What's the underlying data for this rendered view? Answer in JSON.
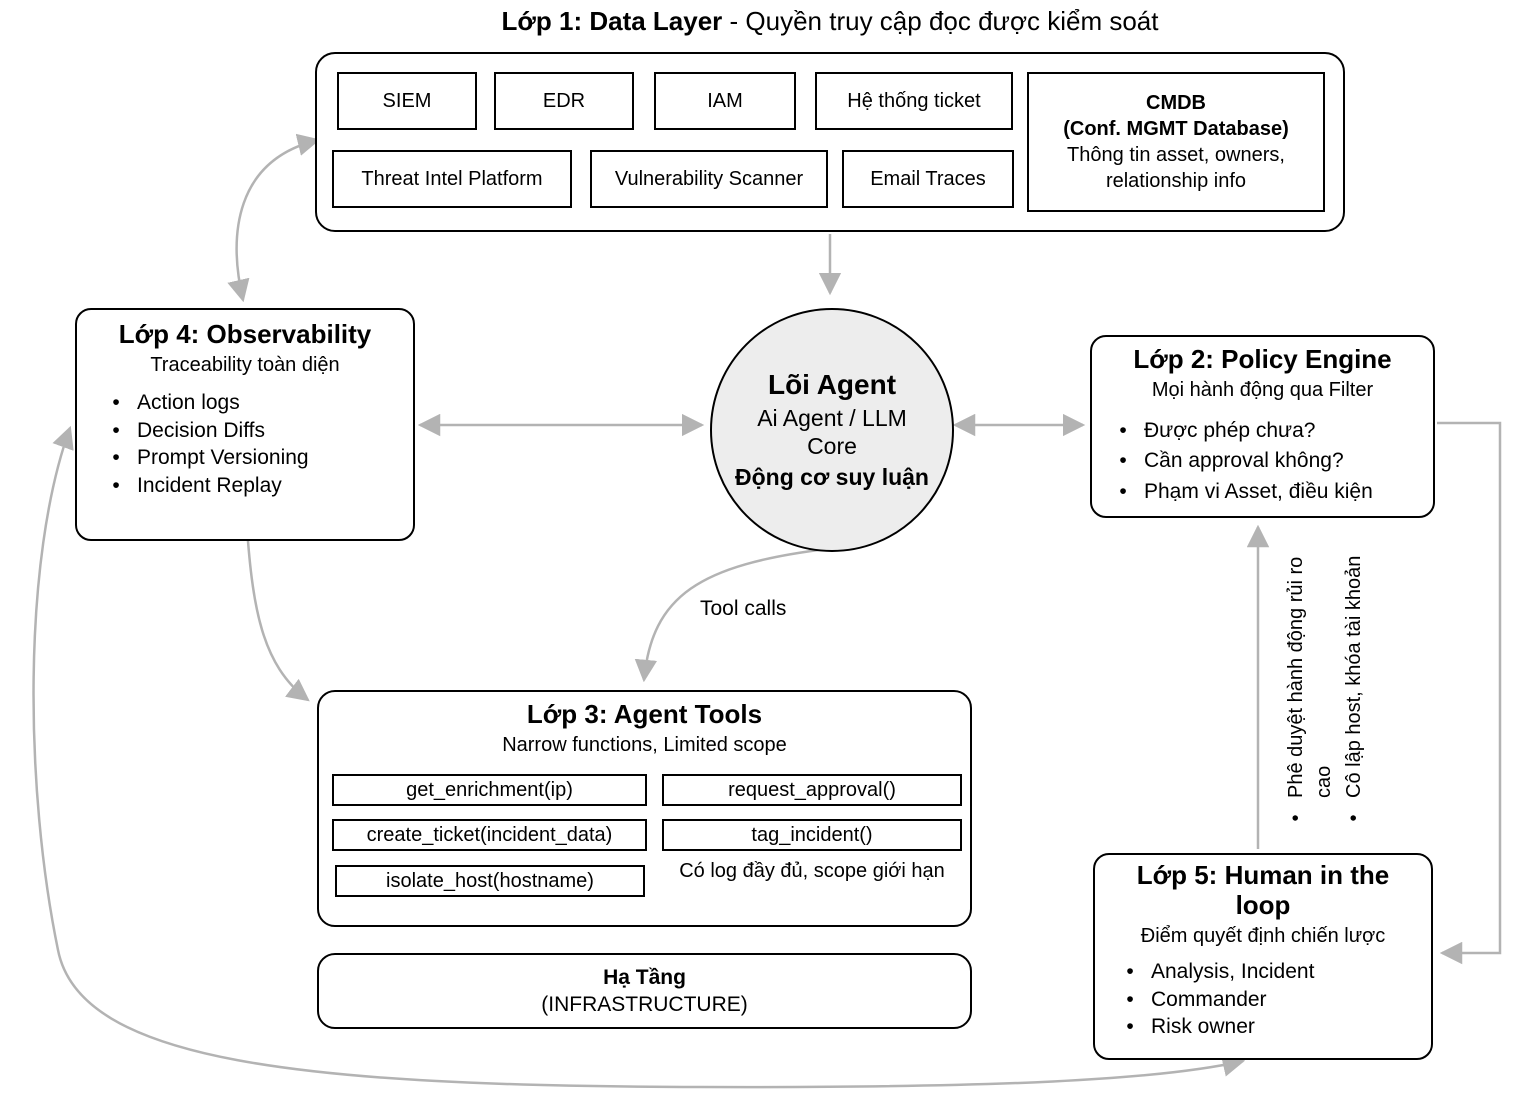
{
  "title": {
    "bold": "Lớp 1: Data Layer",
    "rest": " - Quyền truy cập đọc được kiểm soát"
  },
  "layer1": {
    "systems_row1": [
      "SIEM",
      "EDR",
      "IAM",
      "Hệ thống ticket"
    ],
    "systems_row2": [
      "Threat Intel Platform",
      "Vulnerability Scanner",
      "Email Traces"
    ],
    "cmdb": {
      "title": "CMDB",
      "subtitle": "(Conf. MGMT Database)",
      "description": "Thông tin asset, owners, relationship info"
    }
  },
  "layer4": {
    "title": "Lớp 4: Observability",
    "subtitle": "Traceability toàn diện",
    "items": [
      "Action logs",
      "Decision Diffs",
      "Prompt Versioning",
      "Incident Replay"
    ]
  },
  "core": {
    "title": "Lõi Agent",
    "line2": "Ai Agent / LLM Core",
    "line3": "Động cơ suy luận"
  },
  "layer2": {
    "title": "Lớp 2: Policy Engine",
    "subtitle": "Mọi hành động qua Filter",
    "items": [
      "Được phép chưa?",
      "Cần approval không?",
      "Phạm vi Asset, điều kiện"
    ]
  },
  "labels": {
    "tool_calls": "Tool calls"
  },
  "layer3": {
    "title": "Lớp 3: Agent Tools",
    "subtitle": "Narrow functions, Limited scope",
    "tools_left": [
      "get_enrichment(ip)",
      "create_ticket(incident_data)",
      "isolate_host(hostname)"
    ],
    "tools_right": [
      "request_approval()",
      "tag_incident()"
    ],
    "note": "Có log đầy đủ, scope giới hạn"
  },
  "infrastructure": {
    "title": "Hạ Tầng",
    "subtitle": "(INFRASTRUCTURE)"
  },
  "layer5": {
    "title": "Lớp 5: Human in the loop",
    "subtitle": "Điểm quyết định chiến lược",
    "items": [
      "Analysis, Incident",
      "Commander",
      "Risk owner"
    ]
  },
  "approval_arrow_items": [
    "Phê duyệt hành động rủi ro cao",
    "Cô lập host, khóa tài khoản"
  ],
  "colors": {
    "fill_gray": "#ededed",
    "arrow_gray": "#b3b3b3",
    "border": "#000000"
  }
}
